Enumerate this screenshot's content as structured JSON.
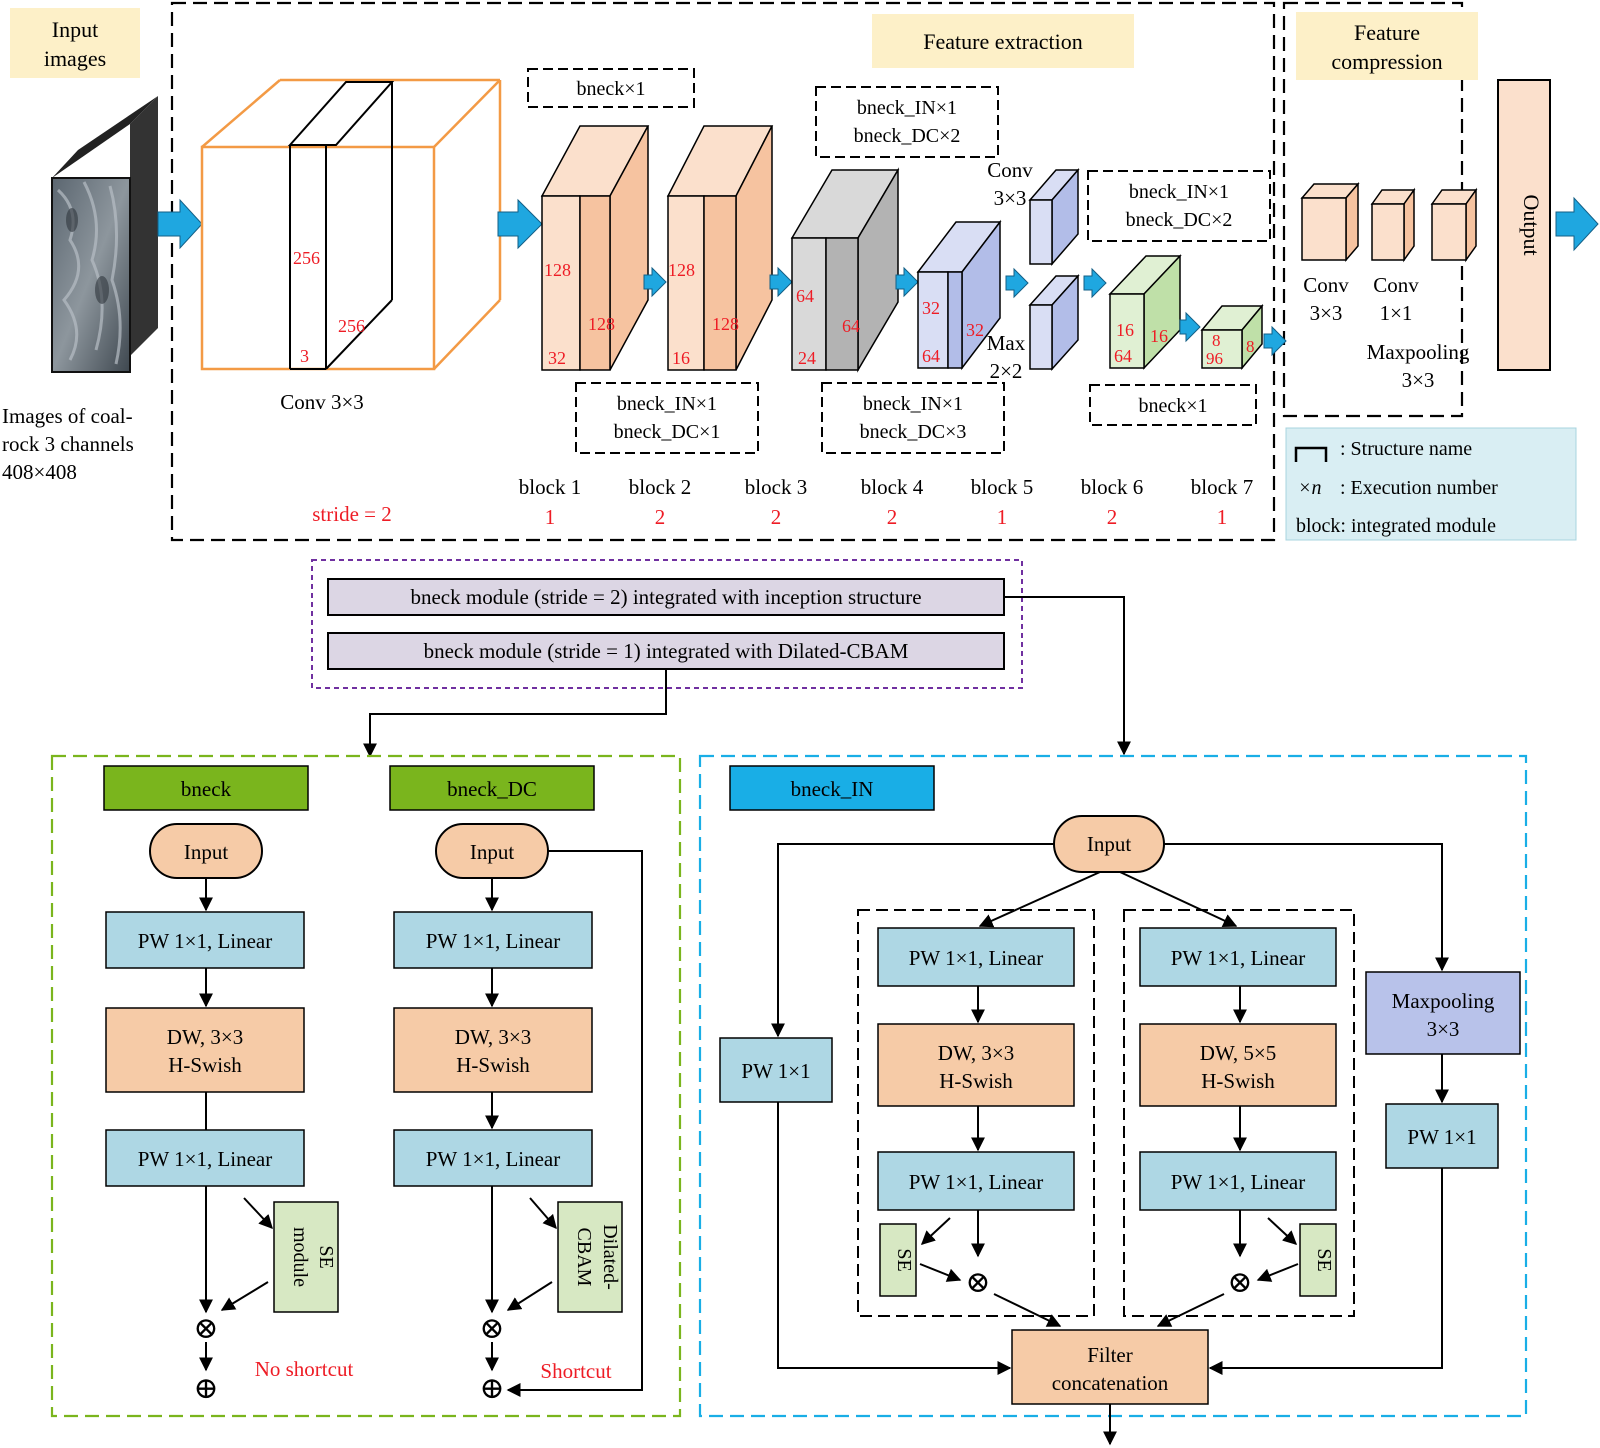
{
  "colors": {
    "arrow_blue": "#1fa7e0",
    "orange_box": "#f6cba7",
    "orange_front": "#fbe0cc",
    "gray_block": "#bdbdbd",
    "purple_block": "#b8c2ea",
    "green_block": "#c8e3b4",
    "blue_box": "#aed7e4",
    "label_yellow": "#fdf0c8",
    "legend_bg": "#d9eef3",
    "green_tag": "#7ab51d",
    "blue_tag": "#19aee6",
    "purple_bar": "#dcd6e4",
    "se_green": "#d7e8c3",
    "red_text": "#ee1c25"
  },
  "top": {
    "input_images_label": [
      "Input",
      "images"
    ],
    "image_caption": [
      "Images of coal-",
      "rock 3 channels",
      "408×408"
    ],
    "feature_extraction_label": "Feature extraction",
    "feature_compression_label": [
      "Feature",
      "compression"
    ],
    "output_label": "Output",
    "conv_first": {
      "label": "Conv 3×3",
      "dim_a": "256",
      "dim_b": "256",
      "dim_c": "3",
      "stride": "stride = 2"
    },
    "structure_notes": {
      "bneck_x1_top": "bneck×1",
      "in1_dc1": [
        "bneck_IN×1",
        "bneck_DC×1"
      ],
      "in1_dc2_top": [
        "bneck_IN×1",
        "bneck_DC×2"
      ],
      "in1_dc3": [
        "bneck_IN×1",
        "bneck_DC×3"
      ],
      "in1_dc2_right": [
        "bneck_IN×1",
        "bneck_DC×2"
      ],
      "bneck_x1_bottom": "bneck×1"
    },
    "blocks": [
      {
        "name": "block 1",
        "stride": "1",
        "dims": [
          "128",
          "128",
          "32"
        ]
      },
      {
        "name": "block 2",
        "stride": "2",
        "dims": [
          "128",
          "128",
          "16"
        ]
      },
      {
        "name": "block 3",
        "stride": "2",
        "dims": [
          "64",
          "64",
          "24"
        ]
      },
      {
        "name": "block 4",
        "stride": "2",
        "dims": [
          "32",
          "32",
          "64"
        ]
      },
      {
        "name": "block 5",
        "stride": "1",
        "conv_label": [
          "Conv",
          "3×3"
        ],
        "max_label": [
          "Max",
          "2×2"
        ]
      },
      {
        "name": "block 6",
        "stride": "2",
        "dims": [
          "16",
          "16",
          "64"
        ]
      },
      {
        "name": "block 7",
        "stride": "1",
        "dims": [
          "8",
          "8",
          "96"
        ]
      }
    ],
    "compression": {
      "conv3": [
        "Conv",
        "3×3"
      ],
      "conv1": [
        "Conv",
        "1×1"
      ],
      "maxpool": [
        "Maxpooling",
        "3×3"
      ]
    },
    "legend": {
      "structure_name": ": Structure name",
      "execution_number": ": Execution number",
      "xn_symbol": "×n",
      "block_def": "block: integrated module"
    }
  },
  "middle": {
    "bar_inception": "bneck module (stride = 2) integrated with inception structure",
    "bar_dilated": "bneck module (stride = 1) integrated with Dilated-CBAM"
  },
  "bneck": {
    "title": "bneck",
    "input": "Input",
    "pw1": "PW 1×1, Linear",
    "dw": [
      "DW,  3×3",
      "H-Swish"
    ],
    "pw2": "PW 1×1, Linear",
    "se": [
      "SE",
      "module"
    ],
    "note": "No shortcut"
  },
  "bneck_dc": {
    "title": "bneck_DC",
    "input": "Input",
    "pw1": "PW 1×1, Linear",
    "dw": [
      "DW,  3×3",
      "H-Swish"
    ],
    "pw2": "PW 1×1, Linear",
    "cbam": [
      "Dilated-",
      "CBAM"
    ],
    "note": "Shortcut"
  },
  "bneck_in": {
    "title": "bneck_IN",
    "input": "Input",
    "pw_left": "PW 1×1",
    "branch1": {
      "pw1": "PW 1×1, Linear",
      "dw": [
        "DW,  3×3",
        "H-Swish"
      ],
      "pw2": "PW 1×1, Linear",
      "se": "SE"
    },
    "branch2": {
      "pw1": "PW 1×1, Linear",
      "dw": [
        "DW,  5×5",
        "H-Swish"
      ],
      "pw2": "PW 1×1, Linear",
      "se": "SE"
    },
    "maxpool": [
      "Maxpooling",
      "3×3"
    ],
    "pw_right": "PW 1×1",
    "concat": [
      "Filter",
      "concatenation"
    ]
  },
  "symbols": {
    "multiply": "⊗",
    "add": "⊕"
  }
}
